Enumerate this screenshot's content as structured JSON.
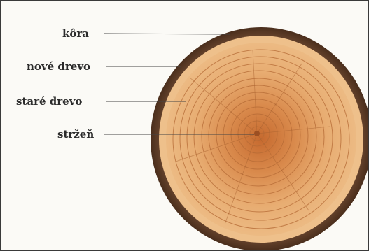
{
  "labels": {
    "bark": "kôra",
    "new_wood": "nové drevo",
    "old_wood": "staré drevo",
    "pith": "stržeň"
  },
  "colors": {
    "bark": "#5a3a26",
    "sapwood": "#e7b173",
    "heartwood": "#d07a3e",
    "ring_line": "#b56a35",
    "leader_line": "#444444"
  }
}
